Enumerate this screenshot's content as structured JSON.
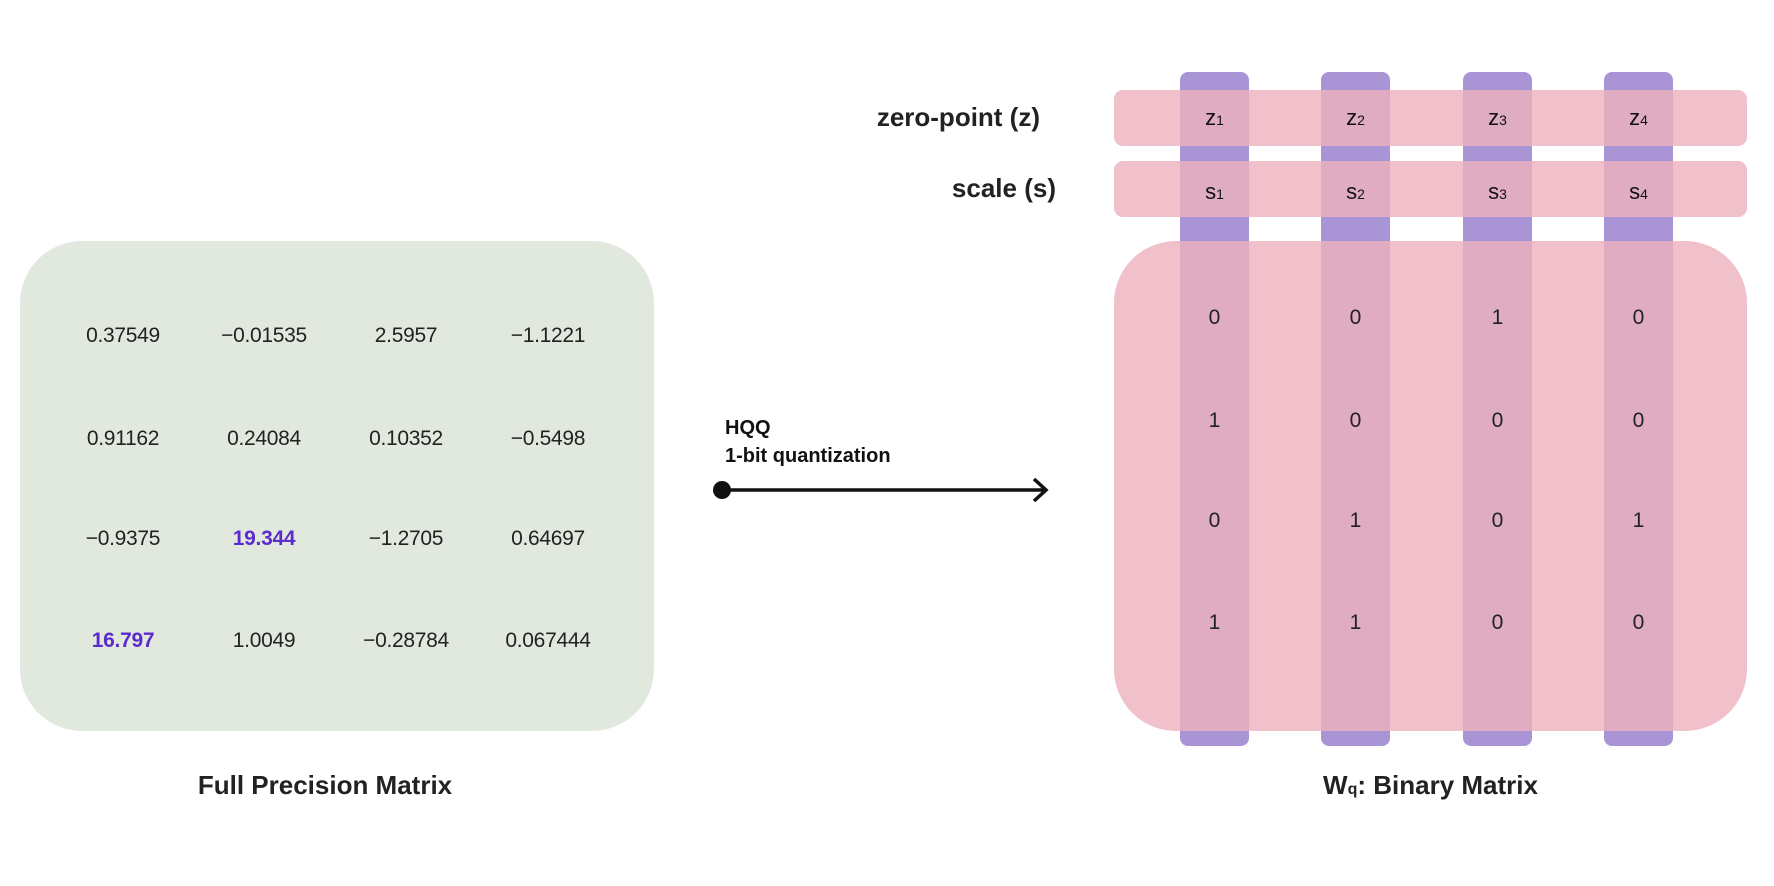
{
  "full_precision": {
    "caption": "Full Precision Matrix",
    "rows": [
      [
        "0.37549",
        "−0.01535",
        "2.5957",
        "−1.1221"
      ],
      [
        "0.91162",
        "0.24084",
        "0.10352",
        "−0.5498"
      ],
      [
        "−0.9375",
        "19.344",
        "−1.2705",
        "0.64697"
      ],
      [
        "16.797",
        "1.0049",
        "−0.28784",
        "0.067444"
      ]
    ],
    "outliers": [
      [
        2,
        1
      ],
      [
        3,
        0
      ]
    ],
    "colors": {
      "panel": "#e1e9df",
      "outlier": "#5b2bd0",
      "text": "#222222"
    }
  },
  "transform": {
    "line1": "HQQ",
    "line2": "1-bit quantization"
  },
  "quantized": {
    "zero_point_label": "zero-point (z)",
    "scale_label": "scale (s)",
    "zero_points": [
      {
        "sym": "z",
        "idx": "1"
      },
      {
        "sym": "z",
        "idx": "2"
      },
      {
        "sym": "z",
        "idx": "3"
      },
      {
        "sym": "z",
        "idx": "4"
      }
    ],
    "scales": [
      {
        "sym": "s",
        "idx": "1"
      },
      {
        "sym": "s",
        "idx": "2"
      },
      {
        "sym": "s",
        "idx": "3"
      },
      {
        "sym": "s",
        "idx": "4"
      }
    ],
    "rows": [
      [
        "0",
        "0",
        "1",
        "0"
      ],
      [
        "1",
        "0",
        "0",
        "0"
      ],
      [
        "0",
        "1",
        "0",
        "1"
      ],
      [
        "1",
        "1",
        "0",
        "0"
      ]
    ],
    "caption_main": "W",
    "caption_sub": "q",
    "caption_rest": ": Binary Matrix",
    "colors": {
      "panel": "#ecb2bd",
      "column": "#a994d6"
    }
  }
}
